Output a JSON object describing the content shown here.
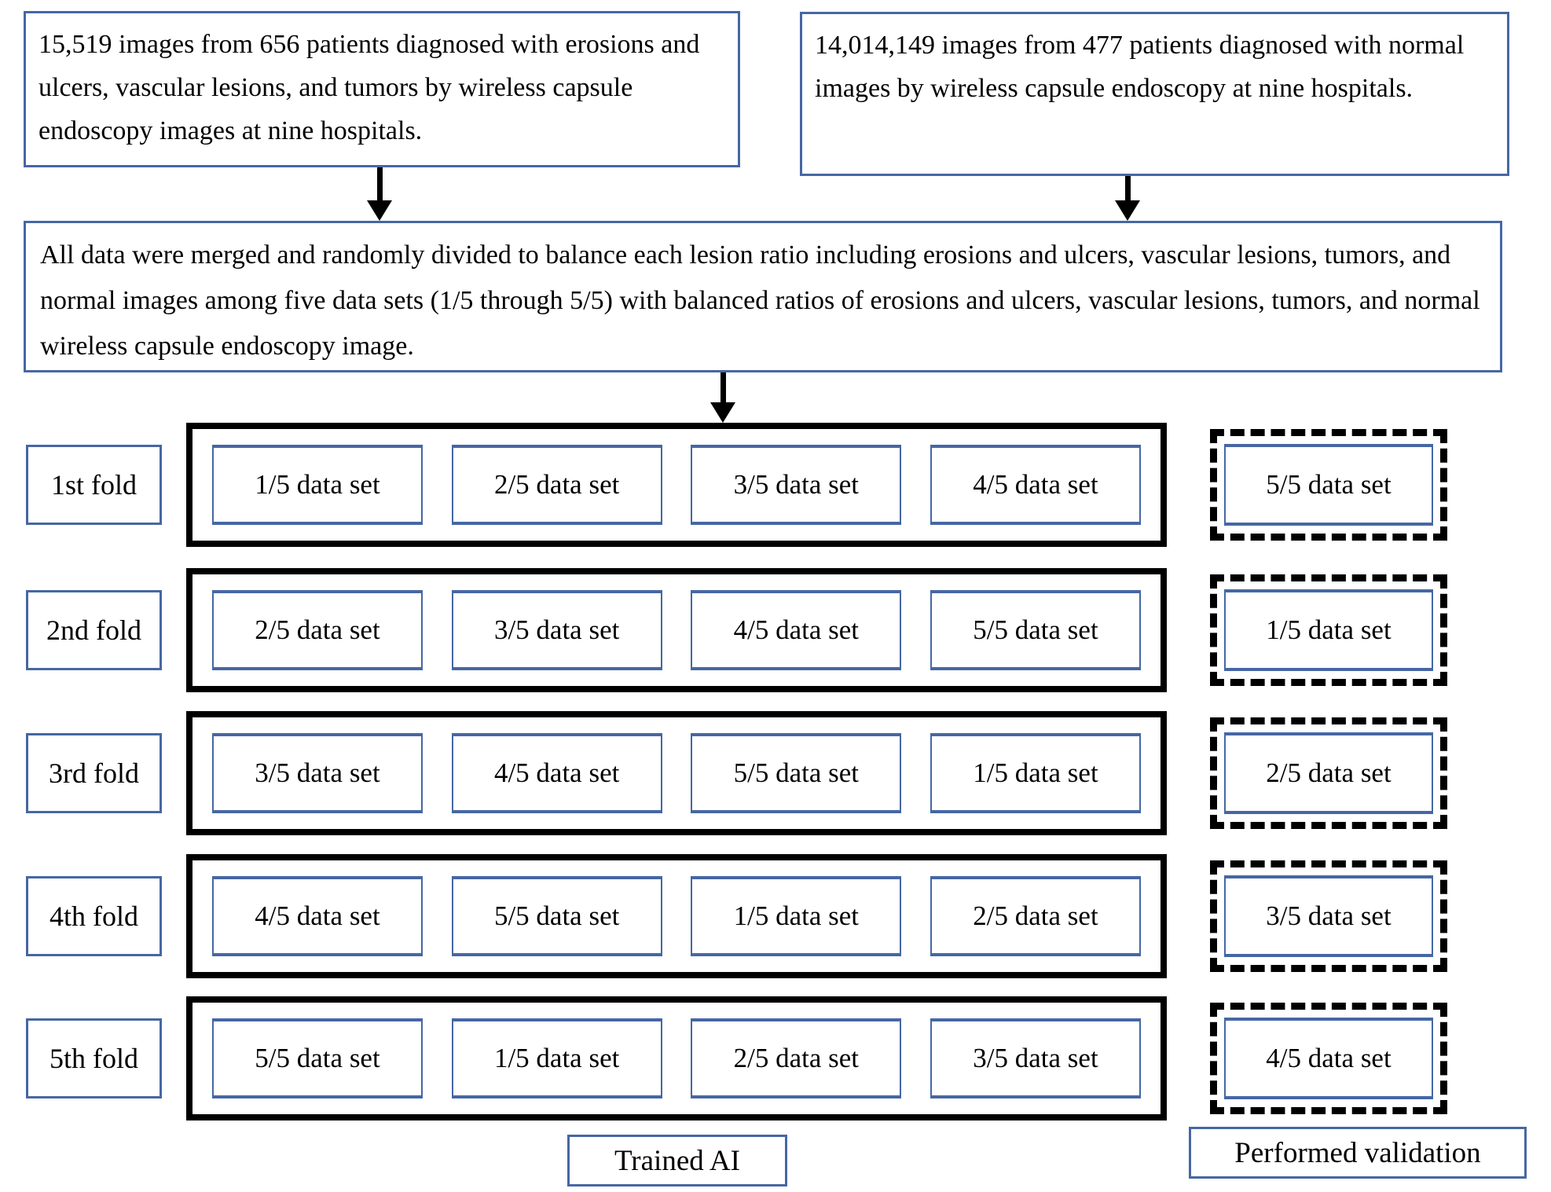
{
  "colors": {
    "box_border_blue": "#4667a3",
    "container_border_black": "#000000"
  },
  "sources": {
    "lesions": "15,519 images from 656 patients diagnosed with erosions and ulcers, vascular lesions, and tumors by wireless capsule endoscopy images at nine hospitals.",
    "normal": "14,014,149  images from 477 patients diagnosed with normal images by wireless capsule endoscopy at nine hospitals."
  },
  "merge": {
    "text": "All data were merged and randomly divided to balance each lesion ratio including erosions and ulcers, vascular lesions, tumors, and normal images among five data sets (1/5 through 5/5) with balanced ratios of erosions and ulcers, vascular lesions, tumors, and normal wireless capsule endoscopy image."
  },
  "folds": [
    {
      "label": "1st fold",
      "train": [
        "1/5 data set",
        "2/5 data set",
        "3/5 data set",
        "4/5 data set"
      ],
      "validation": "5/5 data set"
    },
    {
      "label": "2nd fold",
      "train": [
        "2/5 data set",
        "3/5 data set",
        "4/5 data set",
        "5/5 data set"
      ],
      "validation": "1/5 data set"
    },
    {
      "label": "3rd fold",
      "train": [
        "3/5 data set",
        "4/5 data set",
        "5/5 data set",
        "1/5 data set"
      ],
      "validation": "2/5 data set"
    },
    {
      "label": "4th fold",
      "train": [
        "4/5 data set",
        "5/5 data set",
        "1/5 data set",
        "2/5 data set"
      ],
      "validation": "3/5 data set"
    },
    {
      "label": "5th fold",
      "train": [
        "5/5 data set",
        "1/5 data set",
        "2/5 data set",
        "3/5 data set"
      ],
      "validation": "4/5 data set"
    }
  ],
  "footer": {
    "trained_ai": "Trained AI",
    "performed_validation": "Performed validation"
  }
}
